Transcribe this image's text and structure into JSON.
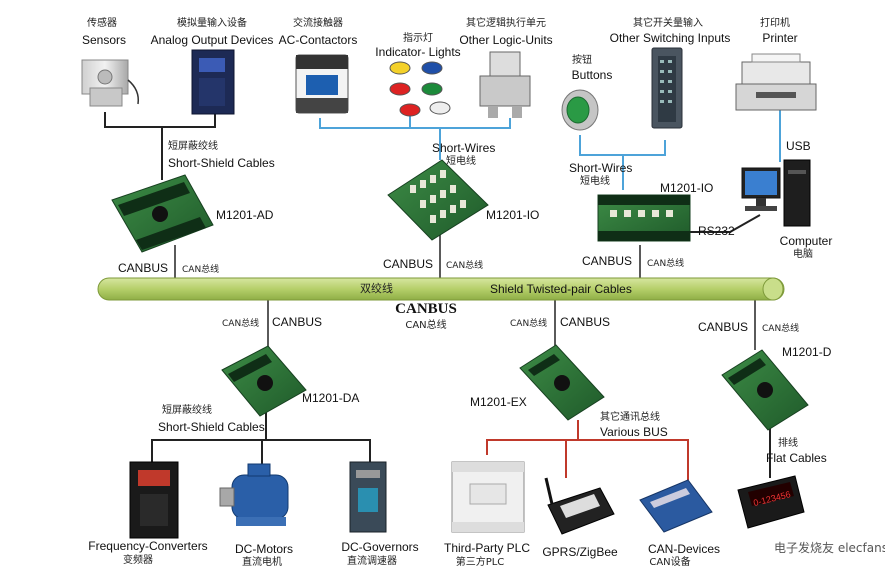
{
  "top": {
    "sensors": {
      "zh": "传感器",
      "en": "Sensors"
    },
    "analog_output": {
      "zh": "模拟量输入设备",
      "en": "Analog Output Devices"
    },
    "ac_contactors": {
      "zh": "交流接触器",
      "en": "AC-Contactors"
    },
    "indicator_lights": {
      "zh": "指示灯",
      "en": "Indicator- Lights"
    },
    "other_logic": {
      "zh": "其它逻辑执行单元",
      "en": "Other Logic-Units"
    },
    "buttons": {
      "zh": "按钮",
      "en": "Buttons"
    },
    "other_switching": {
      "zh": "其它开关量输入",
      "en": "Other Switching Inputs"
    },
    "printer": {
      "zh": "打印机",
      "en": "Printer"
    },
    "usb": "USB",
    "computer": {
      "en": "Computer",
      "zh": "电脑"
    }
  },
  "upper_links": {
    "short_shield": {
      "zh": "短屏蔽绞线",
      "en": "Short-Shield Cables"
    },
    "short_wires_mid": {
      "en": "Short-Wires",
      "zh": "短电线"
    },
    "short_wires_right": {
      "en": "Short-Wires",
      "zh": "短电线"
    },
    "rs232": "RS232"
  },
  "modules": {
    "ad": "M1201-AD",
    "io_mid": "M1201-IO",
    "io_right": "M1201-IO",
    "da": "M1201-DA",
    "ex": "M1201-EX",
    "d": "M1201-D"
  },
  "bus": {
    "canbus": "CANBUS",
    "can_zh": "CAN总线",
    "pair_zh": "双绞线",
    "pair_en": "Shield Twisted-pair  Cables",
    "main_title": "CANBUS",
    "main_zh": "CAN总线"
  },
  "bottom": {
    "short_shield": {
      "zh": "短屏蔽绞线",
      "en": "Short-Shield Cables"
    },
    "various_bus": {
      "zh": "其它通讯总线",
      "en": "Various BUS"
    },
    "flat_cables": {
      "zh": "排线",
      "en": "Flat Cables"
    },
    "freq_conv": {
      "en": "Frequency-Converters",
      "zh": "变频器"
    },
    "dc_motors": {
      "en": "DC-Motors",
      "zh": "直流电机"
    },
    "dc_governors": {
      "en": "DC-Governors",
      "zh": "直流调速器"
    },
    "third_party_plc": {
      "en": "Third-Party PLC",
      "zh": "第三方PLC"
    },
    "gprs": {
      "en": "GPRS/ZigBee"
    },
    "can_devices": {
      "en": "CAN-Devices",
      "zh": "CAN设备"
    },
    "display_digits": "0-123456"
  },
  "watermark": "电子发烧友 elecfans.com",
  "colors": {
    "bus_green": "#b5cf6a",
    "module_green": "#2f7a3a",
    "blue_line": "#4da3d9",
    "red_line": "#c0392b",
    "dark_line": "#222222"
  }
}
